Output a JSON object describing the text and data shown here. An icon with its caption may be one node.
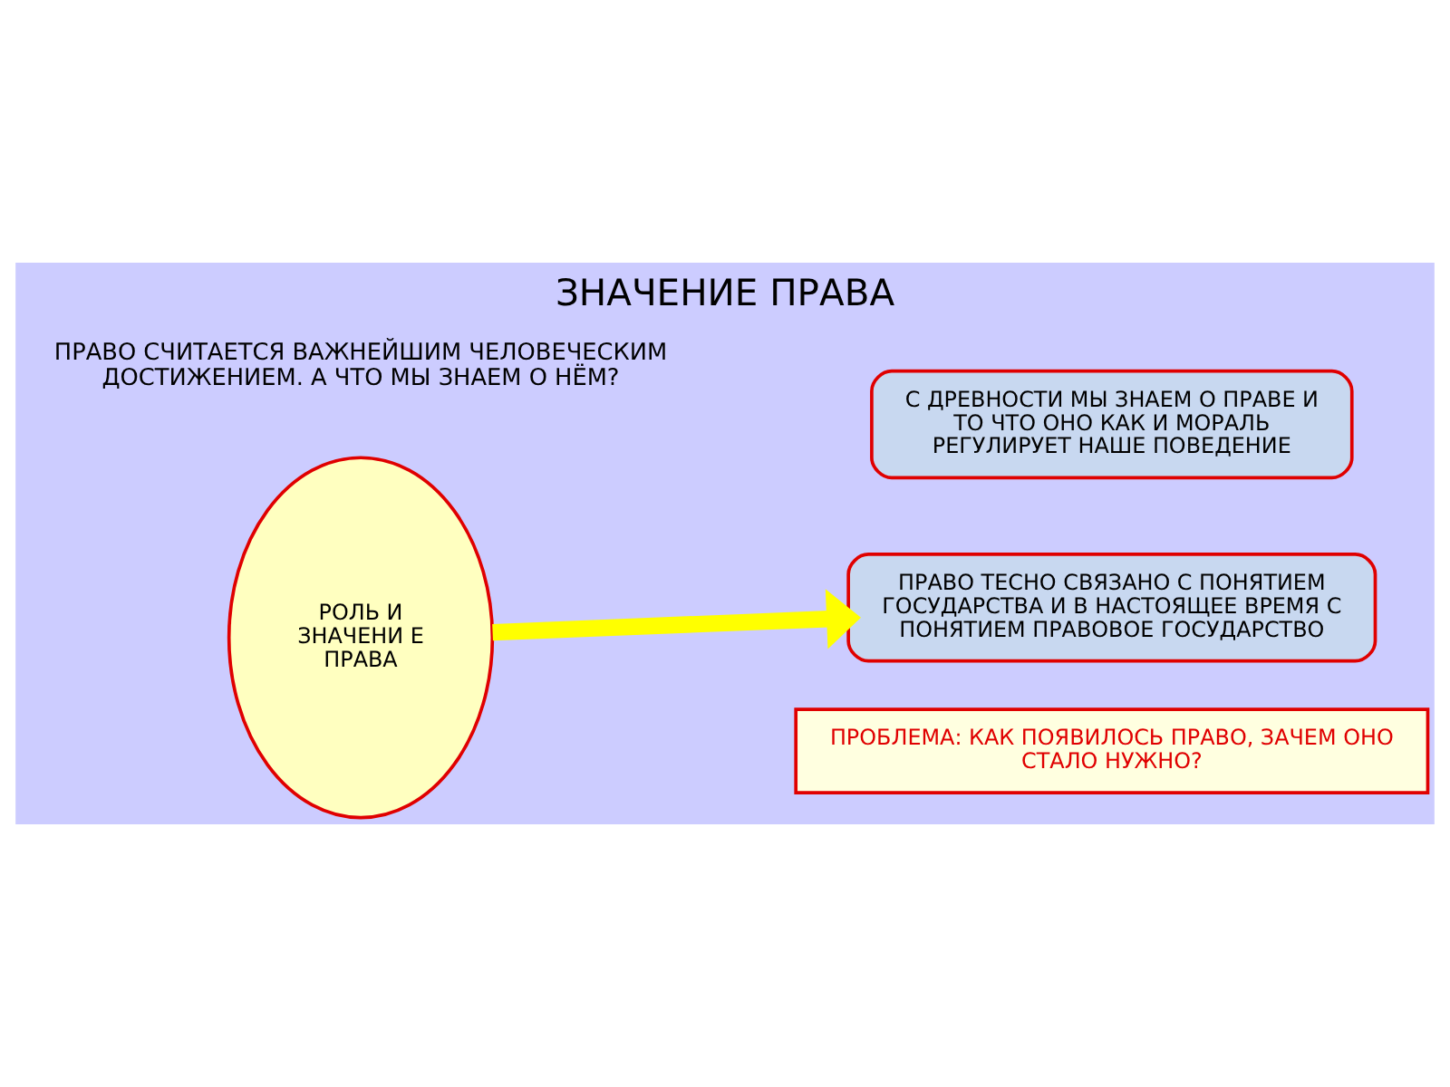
{
  "diagram": {
    "title": "ЗНАЧЕНИЕ ПРАВА",
    "nodes": [
      {
        "text": [
          "С ДРЕВНОСТИ МЫ ЗНАЕМ О ПРАВЕ И ТО ЧТО ОНО КАК И МОРАЛЬ РЕГУЛИРУЕТ НАШЕ ПОВЕДЕНИЕ"
        ]
      },
      {
        "text": [
          "РОЛЬ И ЗНАЧЕНИ Е ПРАВА"
        ]
      },
      {
        "text": [
          "ПРАВО ТЕСНО СВЯЗАНО С ПОНЯТИЕМ ГОСУДАРСТВА И В НАСТОЯЩЕЕ ВРЕМЯ С ПОНЯТИЕМ ПРАВОВОЕ ГОСУДАРСТВО"
        ]
      },
      {
        "text": [
          "ПРОБЛЕМА: КАК ПОЯВИЛОСЬ ПРАВО, ЗАЧЕМ ОНО СТАЛО НУЖНО?"
        ]
      }
    ],
    "edges": [
      {
        "from": 1,
        "to": 2,
        "arrow": "to",
        "color": "#ffff00"
      }
    ],
    "labels": [
      "ПРАВО СЧИТАЕТСЯ ВАЖНЕЙШИМ ЧЕЛОВЕЧЕСКИМ ДОСТИЖЕНИЕМ. А ЧТО МЫ ЗНАЕМ О НЁМ?"
    ]
  }
}
